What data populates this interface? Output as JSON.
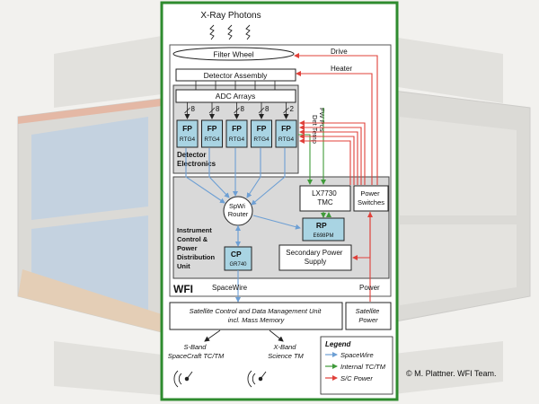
{
  "diagram": {
    "photons_label": "X-Ray Photons",
    "filter_wheel": "Filter Wheel",
    "drive_label": "Drive",
    "heater_label": "Heater",
    "detector_assembly": "Detector Assembly",
    "adc_arrays": "ADC Arrays",
    "fp_modules": [
      {
        "name": "FP",
        "part": "RTG4",
        "channels": "8"
      },
      {
        "name": "FP",
        "part": "RTG4",
        "channels": "8"
      },
      {
        "name": "FP",
        "part": "RTG4",
        "channels": "8"
      },
      {
        "name": "FP",
        "part": "RTG4",
        "channels": "8"
      },
      {
        "name": "FP",
        "part": "RTG4",
        "channels": "2"
      }
    ],
    "fw_pos": "FW Pos",
    "det_temp": "Det Temp",
    "detector_electronics": [
      "Detector",
      "Electronics"
    ],
    "lx7730": [
      "LX7730",
      "TMC"
    ],
    "power_switches": [
      "Power",
      "Switches"
    ],
    "spwi_router": [
      "SpWi",
      "Router"
    ],
    "rp": [
      "RP",
      "E698PM"
    ],
    "cp": [
      "CP",
      "GR740"
    ],
    "icpdu": [
      "Instrument",
      "Control &",
      "Power",
      "Distribution",
      "Unit"
    ],
    "secondary_power": [
      "Secondary Power",
      "Supply"
    ],
    "wfi": "WFI",
    "spacewire_label": "SpaceWire",
    "power_label": "Power",
    "satellite_control": [
      "Satellite Control and Data Management Unit",
      "incl. Mass Memory"
    ],
    "satellite_power": [
      "Satellite",
      "Power"
    ],
    "s_band": [
      "S-Band",
      "SpaceCraft TC/TM"
    ],
    "x_band": [
      "X-Band",
      "Science TM"
    ],
    "legend": {
      "title": "Legend",
      "items": [
        {
          "label": "SpaceWire",
          "color": "#6d9fd4"
        },
        {
          "label": "Internal TC/TM",
          "color": "#3f9a3a"
        },
        {
          "label": "S/C Power",
          "color": "#e0403a"
        }
      ]
    }
  },
  "credit": "© M. Plattner. WFI Team.",
  "colors": {
    "frame_green": "#2e8b2e",
    "fp_fill": "#a9d4e3",
    "spacewire": "#6d9fd4",
    "internal": "#3f9a3a",
    "power": "#e0403a"
  }
}
